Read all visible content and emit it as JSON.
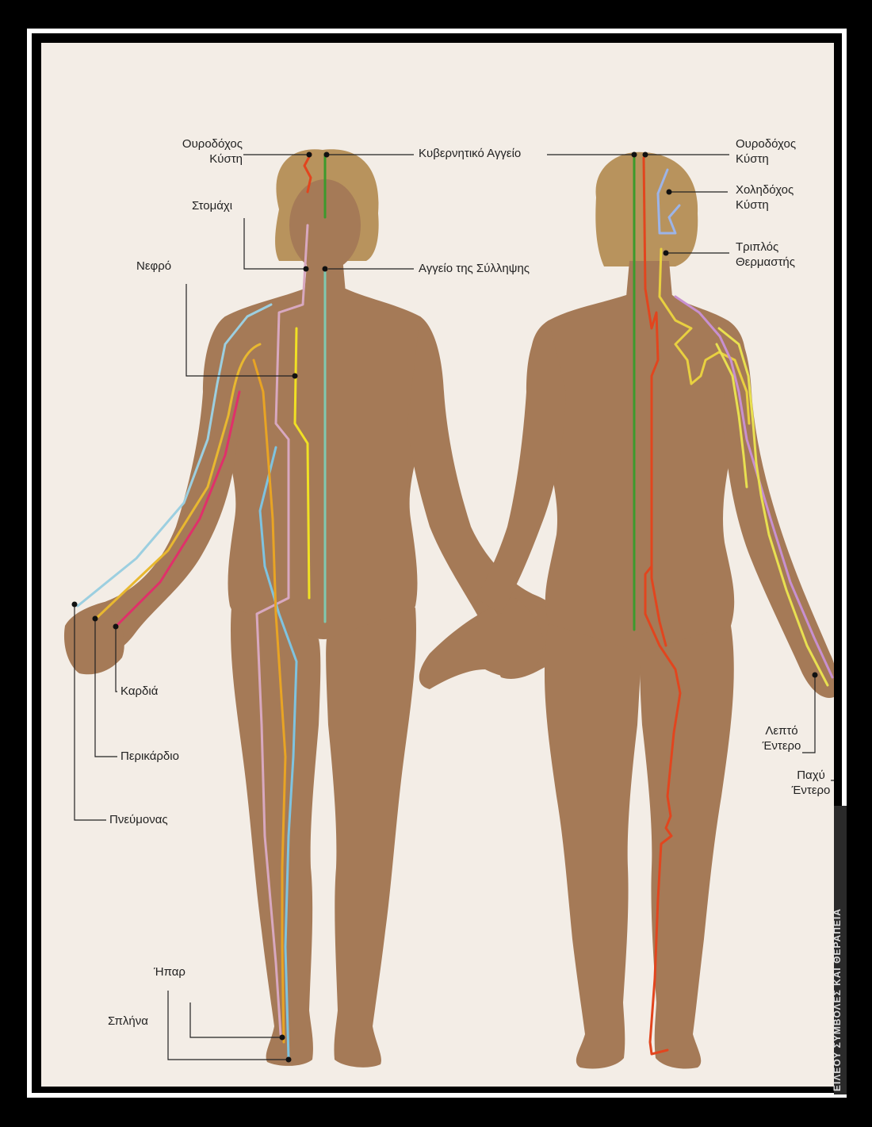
{
  "labels": {
    "bladder_left": [
      "Ουροδόχος",
      "Κύστη"
    ],
    "governing_vessel": "Κυβερνητικό Αγγείο",
    "bladder_right": [
      "Ουροδόχος",
      "Κύστη"
    ],
    "stomach": "Στομάχι",
    "gallbladder": [
      "Χοληδόχος",
      "Κύστη"
    ],
    "kidney": "Νεφρό",
    "conception_vessel": "Αγγείο της Σύλληψης",
    "triple_heater": [
      "Τριπλός",
      "Θερμαστής"
    ],
    "heart": "Καρδιά",
    "pericardium": "Περικάρδιο",
    "lung": "Πνεύμονας",
    "small_intestine": [
      "Λεπτό",
      "Έντερο"
    ],
    "large_intestine": [
      "Παχύ",
      "Έντερο"
    ],
    "liver": "Ήπαρ",
    "spleen": "Σπλήνα"
  },
  "spine_text": "ΕΙΛΕΟΥ ΣΥΜΒΟΛΕΣ ΚΑΙ ΘΕΡΑΠΕΙΑ",
  "colors": {
    "skin": "#a57a57",
    "skin_shadow": "#8d6445",
    "hair": "#b8935d",
    "bladder": "#e2451e",
    "governing": "#3c9a2c",
    "conception": "#7fc9b0",
    "kidney": "#f0e024",
    "stomach": "#d8a8c0",
    "spleen": "#7ec3e0",
    "liver": "#e8a424",
    "heart": "#e0306a",
    "pericardium": "#e8b830",
    "lung": "#9ccfe0",
    "gallbladder": "#9cb4e8",
    "triple_heater": "#e8d040",
    "small_intestine": "#c890d0",
    "large_intestine": "#e8e050"
  }
}
